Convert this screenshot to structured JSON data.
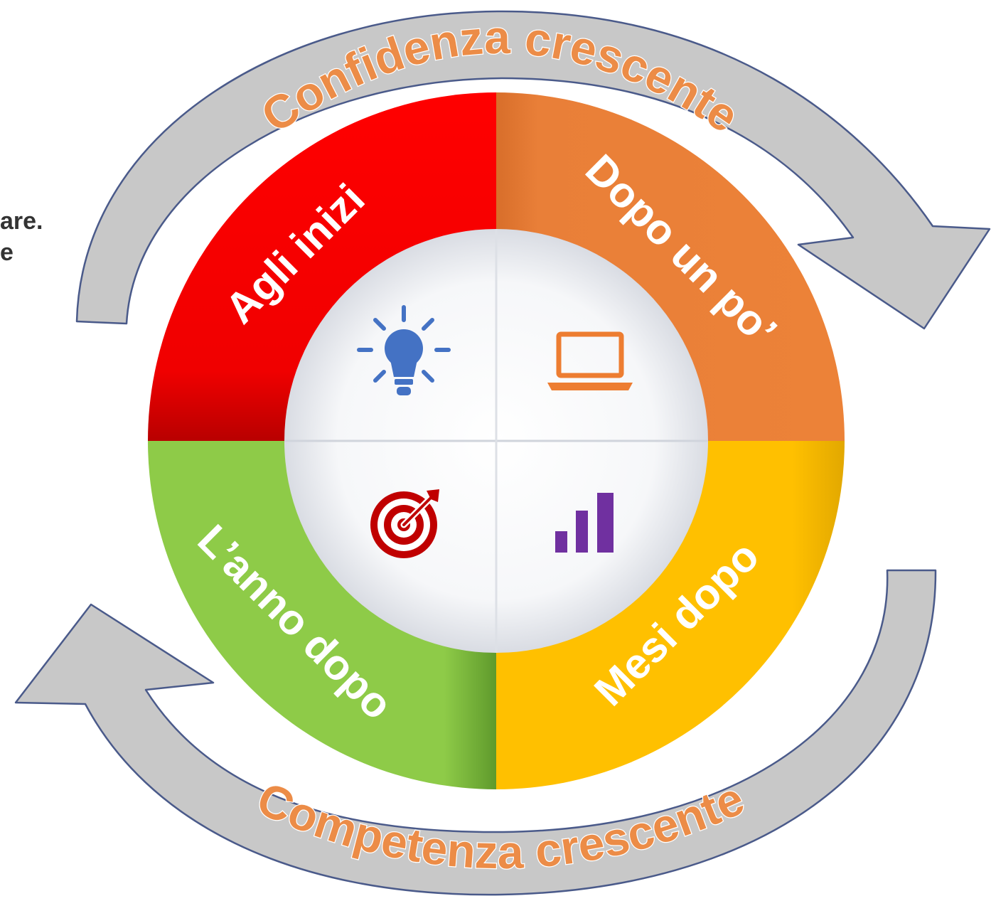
{
  "colors": {
    "red": "#f20000",
    "orange": "#e97f38",
    "yellow": "#ffc000",
    "green": "#8ecb48",
    "arrow_fill": "#c8c8c8",
    "arrow_stroke": "#4a5a8a",
    "arc_text_fill": "#ec8c47",
    "arc_text_stroke": "#ffffff",
    "bulb_icon": "#4472c4",
    "laptop_icon": "#ed7d31",
    "chart_icon": "#7030a0",
    "target_icon": "#c00000"
  },
  "arcs": {
    "top_label": "Confidenza crescente",
    "bottom_label": "Competenza crescente"
  },
  "quadrants": {
    "top_left": "Agli inizi",
    "top_right": "Dopo un po’",
    "bottom_right": "Mesi dopo",
    "bottom_left": "L’anno dopo"
  },
  "icons": {
    "top_left": "lightbulb-icon",
    "top_right": "laptop-icon",
    "bottom_right": "bar-chart-icon",
    "bottom_left": "target-icon"
  },
  "clipped_text": {
    "line1": "are.",
    "line2": "e"
  }
}
